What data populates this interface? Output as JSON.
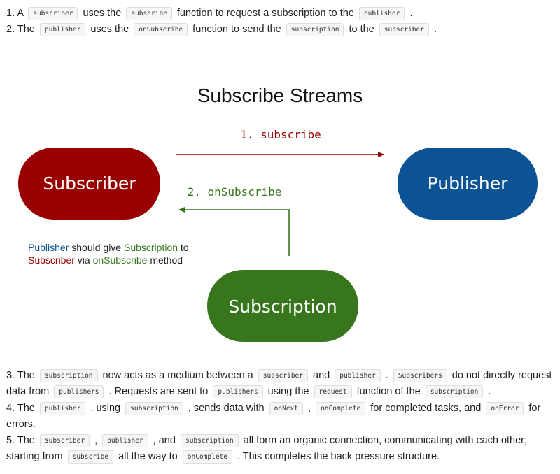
{
  "steps_top": [
    {
      "parts": [
        {
          "t": "1. A "
        },
        {
          "c": "subscriber"
        },
        {
          "t": " uses the "
        },
        {
          "c": "subscribe"
        },
        {
          "t": " function to request a subscription to the "
        },
        {
          "c": "publisher"
        },
        {
          "t": " ."
        }
      ]
    },
    {
      "parts": [
        {
          "t": "2. The "
        },
        {
          "c": "publisher"
        },
        {
          "t": " uses the "
        },
        {
          "c": "onSubscribe"
        },
        {
          "t": " function to send the "
        },
        {
          "c": "subscription"
        },
        {
          "t": " to the "
        },
        {
          "c": "subscriber"
        },
        {
          "t": " ."
        }
      ]
    }
  ],
  "diagram": {
    "title": "Subscribe Streams",
    "nodes": {
      "subscriber": {
        "label": "Subscriber",
        "color": "#990000"
      },
      "publisher": {
        "label": "Publisher",
        "color": "#0b5394"
      },
      "subscription": {
        "label": "Subscription",
        "color": "#38761d"
      }
    },
    "edges": {
      "subscribe": {
        "label": "1. subscribe",
        "color": "#990000"
      },
      "on_subscribe": {
        "label": "2. onSubscribe",
        "color": "#38761d"
      }
    },
    "note": {
      "line1": [
        {
          "t": "Publisher",
          "color": "#0b5394"
        },
        {
          "t": " should give ",
          "color": "#222222"
        },
        {
          "t": "Subscription",
          "color": "#38761d"
        },
        {
          "t": " to",
          "color": "#222222"
        }
      ],
      "line2": [
        {
          "t": "Subscriber",
          "color": "#990000"
        },
        {
          "t": " via ",
          "color": "#222222"
        },
        {
          "t": "onSubscribe",
          "color": "#38761d"
        },
        {
          "t": " method",
          "color": "#222222"
        }
      ]
    }
  },
  "steps_bottom": [
    {
      "parts": [
        {
          "t": "3. The "
        },
        {
          "c": "subscription"
        },
        {
          "t": " now acts as a medium between a "
        },
        {
          "c": "subscriber"
        },
        {
          "t": " and "
        },
        {
          "c": "publisher"
        },
        {
          "t": " . "
        },
        {
          "c": "Subscribers"
        },
        {
          "t": " do not directly request data from "
        },
        {
          "c": "publishers"
        },
        {
          "t": " . Requests are sent to "
        },
        {
          "c": "publishers"
        },
        {
          "t": " using the "
        },
        {
          "c": "request"
        },
        {
          "t": " function of the "
        },
        {
          "c": "subscription"
        },
        {
          "t": " ."
        }
      ]
    },
    {
      "parts": [
        {
          "t": "4. The "
        },
        {
          "c": "publisher"
        },
        {
          "t": " , using "
        },
        {
          "c": "subscription"
        },
        {
          "t": " , sends data with "
        },
        {
          "c": "onNext"
        },
        {
          "t": " , "
        },
        {
          "c": "onComplete"
        },
        {
          "t": " for completed tasks, and "
        },
        {
          "c": "onError"
        },
        {
          "t": " for errors."
        }
      ]
    },
    {
      "parts": [
        {
          "t": "5. The "
        },
        {
          "c": "subscriber"
        },
        {
          "t": " , "
        },
        {
          "c": "publisher"
        },
        {
          "t": " , and "
        },
        {
          "c": "subscription"
        },
        {
          "t": " all form an organic connection, communicating with each other; starting from "
        },
        {
          "c": "subscribe"
        },
        {
          "t": " all the way to "
        },
        {
          "c": "onComplete"
        },
        {
          "t": " . This completes the back pressure structure."
        }
      ]
    }
  ]
}
